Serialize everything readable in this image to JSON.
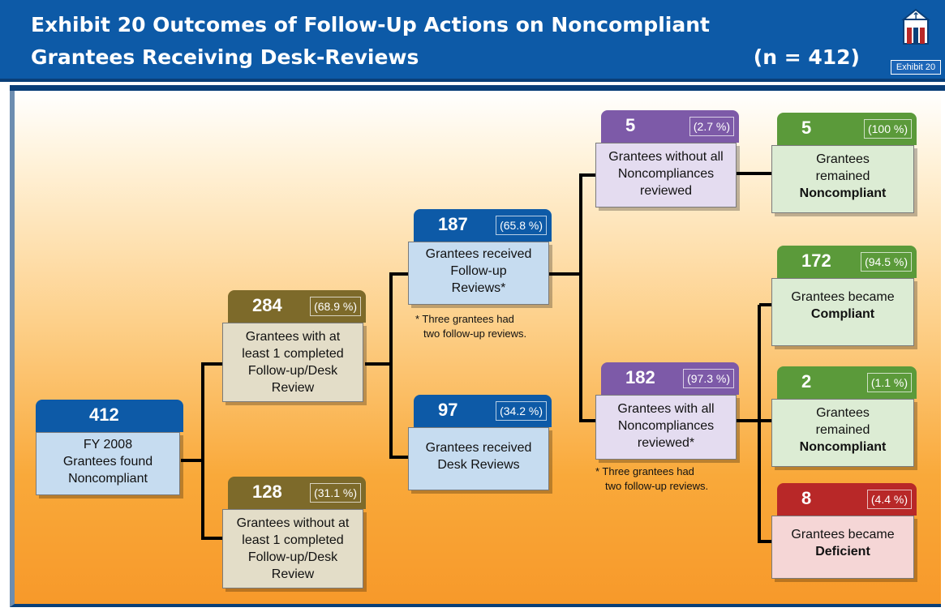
{
  "header": {
    "title_line1": "Exhibit 20  Outcomes of Follow-Up Actions on Noncompliant",
    "title_line2": "Grantees Receiving Desk-Reviews",
    "n_label": "(n = 412)",
    "badge": "Exhibit 20"
  },
  "colors": {
    "blue": "#0d5aa7",
    "brown": "#7d6a2a",
    "purple": "#7d5aa8",
    "green": "#5b9a3a",
    "red": "#b82828"
  },
  "nodes": {
    "root": {
      "count": "412",
      "lines": [
        "FY 2008",
        "Grantees found",
        "Noncompliant"
      ]
    },
    "with_review": {
      "count": "284",
      "pct": "(68.9 %)",
      "lines": [
        "Grantees with at",
        "least 1 completed",
        "Follow-up/Desk",
        "Review"
      ]
    },
    "without_review": {
      "count": "128",
      "pct": "(31.1 %)",
      "lines": [
        "Grantees without at",
        "least 1 completed",
        "Follow-up/Desk",
        "Review"
      ]
    },
    "followup": {
      "count": "187",
      "pct": "(65.8 %)",
      "lines": [
        "Grantees received",
        "Follow-up",
        "Reviews*"
      ]
    },
    "desk": {
      "count": "97",
      "pct": "(34.2 %)",
      "lines": [
        "Grantees received",
        "Desk Reviews"
      ]
    },
    "not_all": {
      "count": "5",
      "pct": "(2.7 %)",
      "lines": [
        "Grantees without all",
        "Noncompliances",
        "reviewed"
      ]
    },
    "all": {
      "count": "182",
      "pct": "(97.3 %)",
      "lines": [
        "Grantees with all",
        "Noncompliances",
        "reviewed*"
      ]
    },
    "remained1": {
      "count": "5",
      "pct": "(100 %)",
      "lines": [
        "Grantees",
        "remained"
      ],
      "bold": "Noncompliant"
    },
    "compliant": {
      "count": "172",
      "pct": "(94.5 %)",
      "lines": [
        "Grantees became"
      ],
      "bold": "Compliant"
    },
    "remained2": {
      "count": "2",
      "pct": "(1.1 %)",
      "lines": [
        "Grantees",
        "remained"
      ],
      "bold": "Noncompliant"
    },
    "deficient": {
      "count": "8",
      "pct": "(4.4 %)",
      "lines": [
        "Grantees became"
      ],
      "bold": "Deficient"
    }
  },
  "notes": {
    "followup_note": [
      "* Three grantees had",
      "two follow-up reviews."
    ],
    "all_note": [
      "* Three grantees had",
      "two follow-up reviews."
    ]
  }
}
